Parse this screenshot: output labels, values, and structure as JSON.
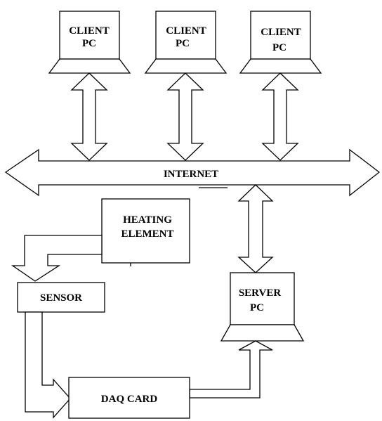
{
  "diagram": {
    "clients": [
      {
        "line1": "CLIENT",
        "line2": "PC"
      },
      {
        "line1": "CLIENT",
        "line2": "PC"
      },
      {
        "line1": "CLIENT",
        "line2": "PC"
      }
    ],
    "internet": "INTERNET",
    "heating_element": {
      "line1": "HEATING",
      "line2": "ELEMENT"
    },
    "sensor": "SENSOR",
    "server": {
      "line1": "SERVER",
      "line2": "PC"
    },
    "daq_card": "DAQ CARD"
  },
  "colors": {
    "stroke": "#000000",
    "fill": "#ffffff"
  }
}
